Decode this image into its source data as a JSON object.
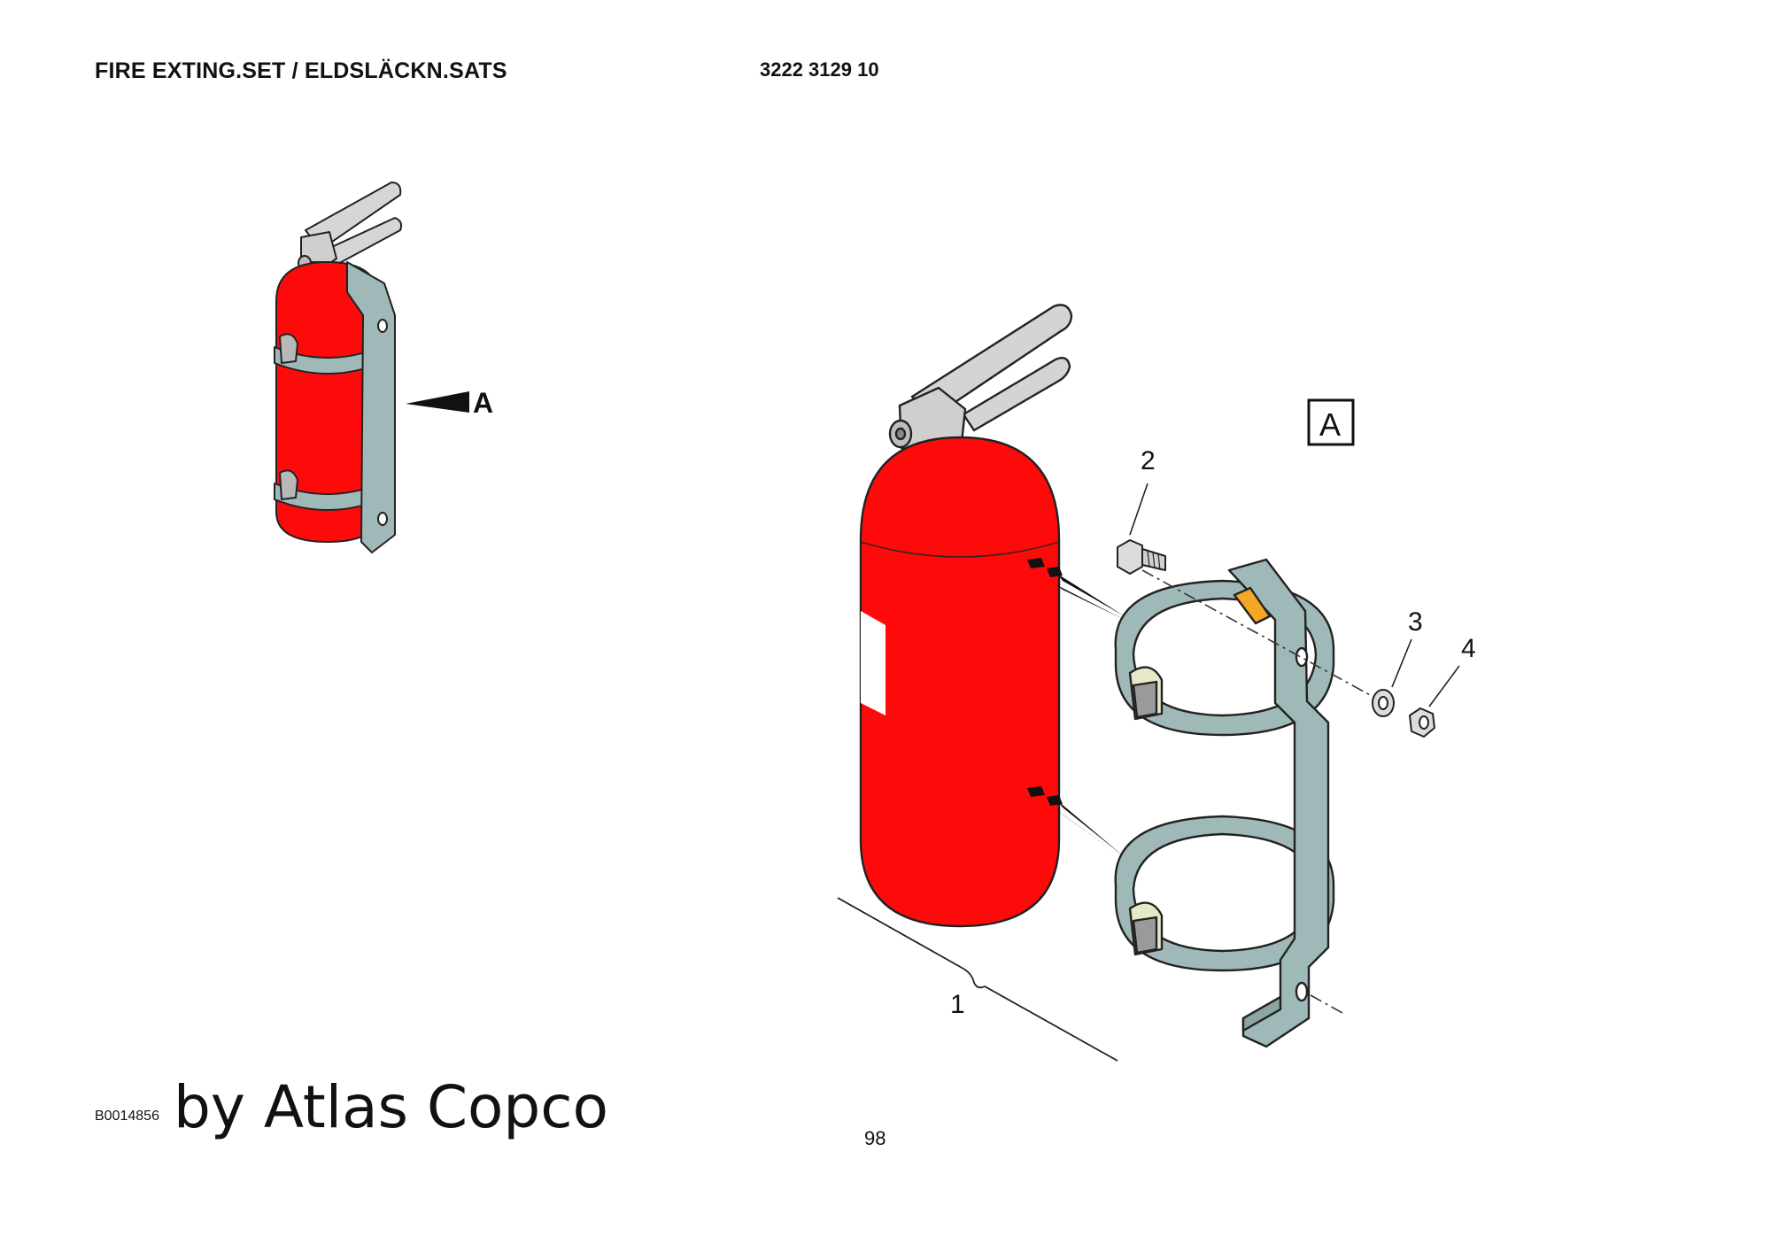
{
  "header": {
    "title": "FIRE EXTING.SET / ELDSLÄCKN.SATS",
    "part_number": "3222 3129 10"
  },
  "illustration": {
    "id": "B0014856",
    "view_marker": "A",
    "view_box_label": "A",
    "callouts": [
      "1",
      "2",
      "3",
      "4"
    ]
  },
  "watermark": "by Atlas Copco",
  "page_number": "98",
  "colors": {
    "extinguisher_red": "#ff0a0a",
    "bracket": "#9fb9b8",
    "handle": "#d4d4d4"
  }
}
